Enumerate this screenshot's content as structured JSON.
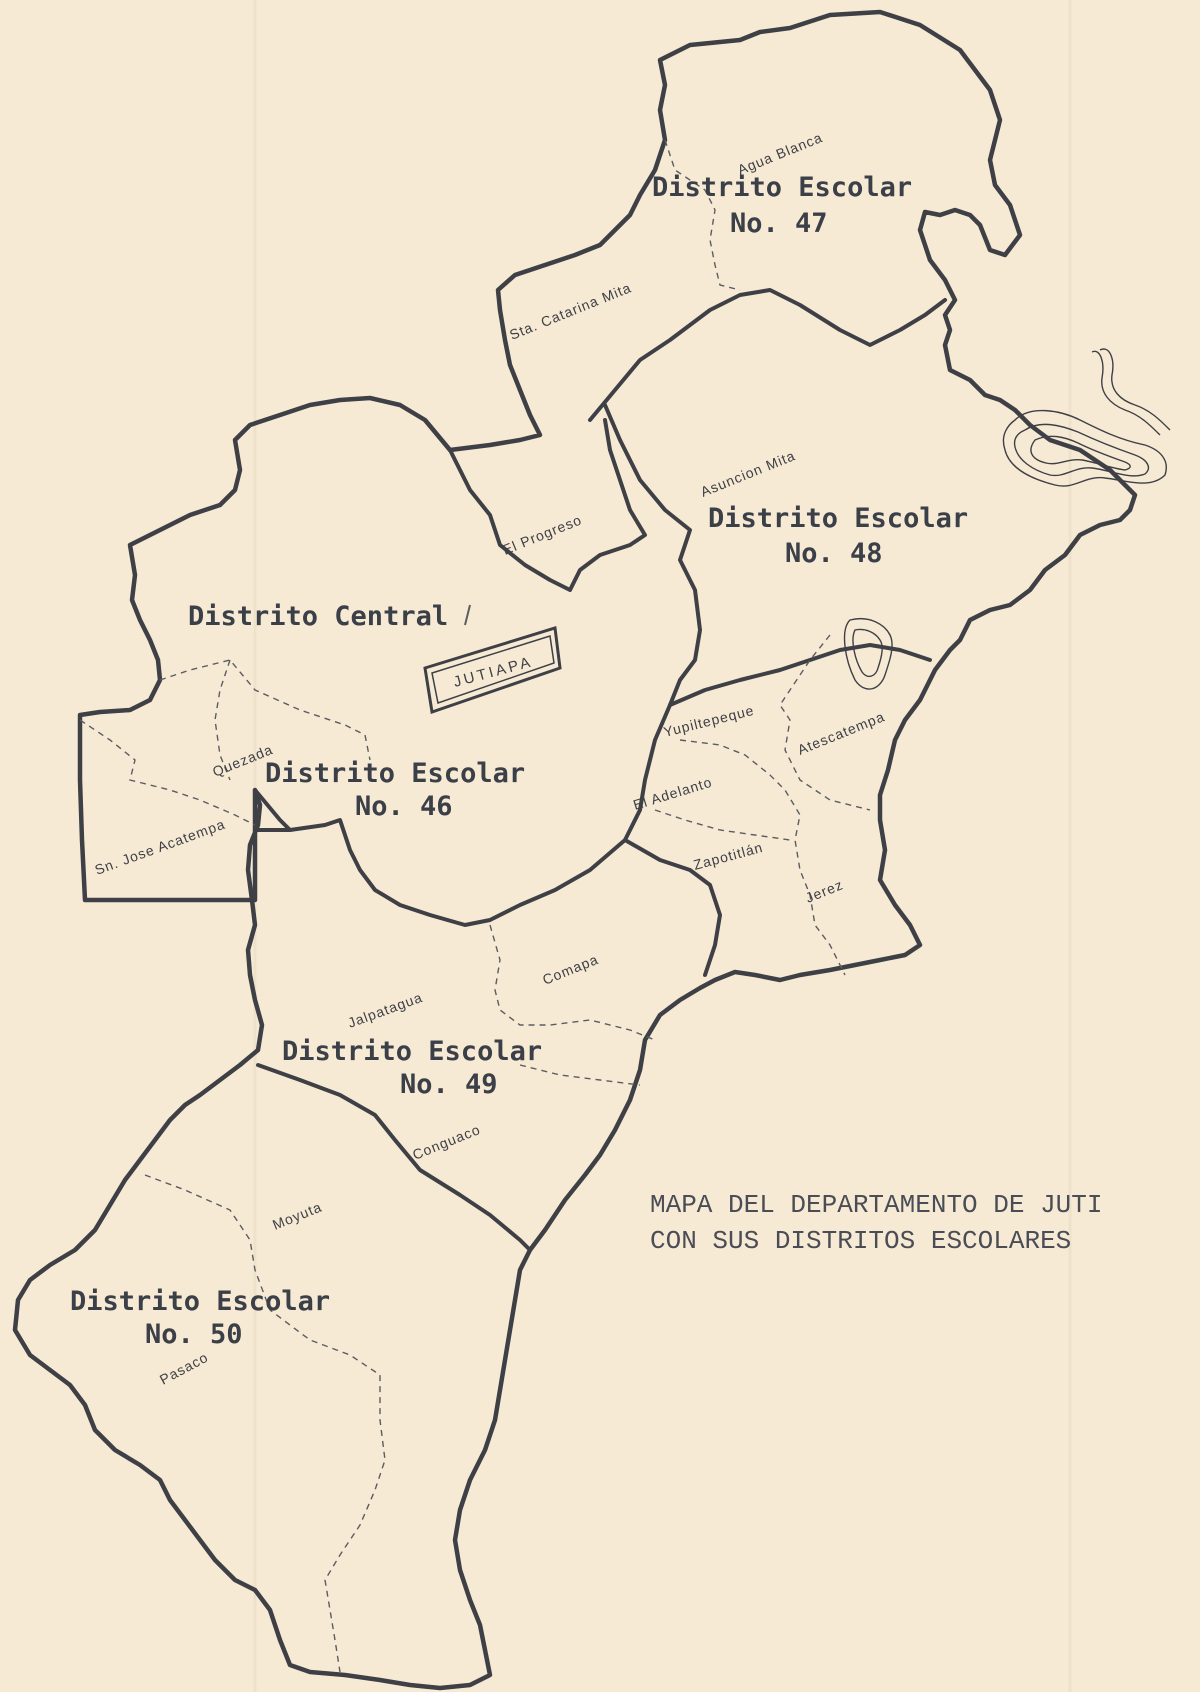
{
  "map": {
    "caption_line1": "MAPA DEL DEPARTAMENTO DE JUTI",
    "caption_line2": "CON SUS DISTRITOS ESCOLARES",
    "capital": "JUTIAPA",
    "districts": {
      "d47": {
        "line1": "Distrito Escolar",
        "line2": "No. 47"
      },
      "d48": {
        "line1": "Distrito Escolar",
        "line2": "No. 48"
      },
      "central": {
        "line1": "Distrito Central"
      },
      "d46": {
        "line1": "Distrito Escolar",
        "line2": "No. 46"
      },
      "d49": {
        "line1": "Distrito Escolar",
        "line2": "No. 49"
      },
      "d50": {
        "line1": "Distrito Escolar",
        "line2": "No. 50"
      }
    },
    "municipalities": {
      "agua_blanca": "Agua Blanca",
      "sta_catarina_mita": "Sta. Catarina Mita",
      "asuncion_mita": "Asuncion Mita",
      "el_progreso": "El Progreso",
      "yupiltepeque": "Yupiltepeque",
      "atescatempa": "Atescatempa",
      "el_adelanto": "El Adelanto",
      "zapotitlan": "Zapotitlán",
      "jerez": "Jerez",
      "quezada": "Quezada",
      "sn_jose_acatempa": "Sn. Jose Acatempa",
      "comapa": "Comapa",
      "jalpatagua": "Jalpatagua",
      "conguaco": "Conguaco",
      "moyuta": "Moyuta",
      "pasaco": "Pasaco"
    },
    "colors": {
      "paper": "#f7ead4",
      "ink": "#3e4046",
      "typewriter": "#3b3f48"
    }
  }
}
